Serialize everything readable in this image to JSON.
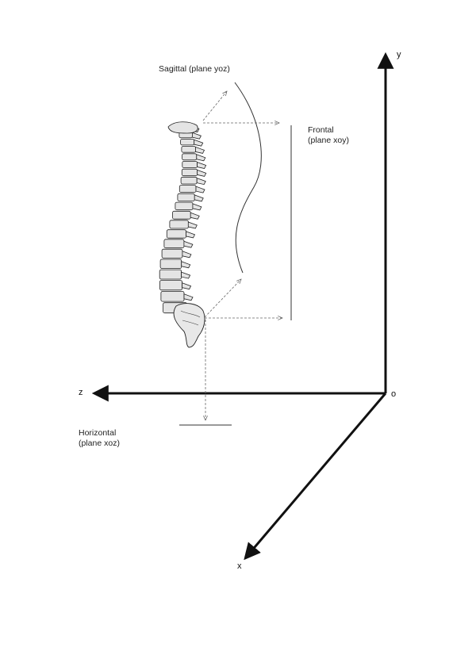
{
  "axes": {
    "y": "y",
    "z": "z",
    "x": "x",
    "origin": "o"
  },
  "planes": {
    "sagittal": "Sagittal (plane yoz)",
    "frontal_line1": "Frontal",
    "frontal_line2": "(plane xoy)",
    "horizontal_line1": "Horizontal",
    "horizontal_line2": "(plane xoz)"
  },
  "colors": {
    "ink": "#111111",
    "dashed": "#666666",
    "bone_fill": "#e4e4e4",
    "bone_stroke": "#222222"
  }
}
